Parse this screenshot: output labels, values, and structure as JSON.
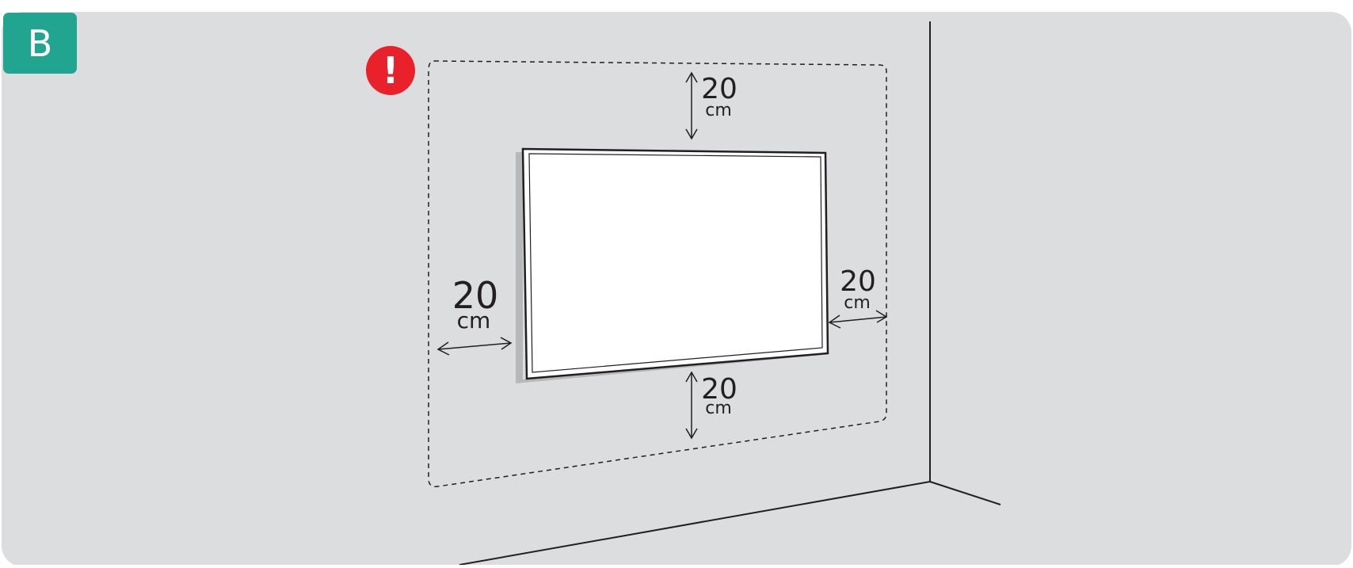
{
  "panel": {
    "label": "B",
    "badge_color": "#22a590"
  },
  "warning": {
    "symbol": "!",
    "color": "#e8212a",
    "icon": "exclamation-icon"
  },
  "clearances": {
    "top": {
      "value": "20",
      "unit": "cm"
    },
    "bottom": {
      "value": "20",
      "unit": "cm"
    },
    "left": {
      "value": "20",
      "unit": "cm"
    },
    "right": {
      "value": "20",
      "unit": "cm"
    }
  },
  "colors": {
    "wall": "#dcdddf",
    "line": "#231f20",
    "screen": "#ffffff",
    "shadow": "#b7b8ba"
  }
}
